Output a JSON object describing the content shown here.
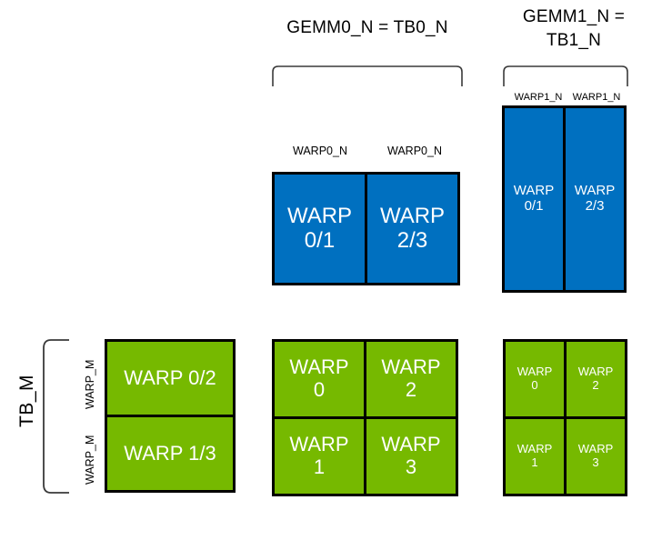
{
  "diagram": {
    "title_gemm0": "GEMM0_N = TB0_N",
    "title_gemm1": "GEMM1_N =\nTB1_N",
    "tb_m_label": "TB_M",
    "labels": {
      "warp0_n": "WARP0_N",
      "warp1_n": "WARP1_N",
      "warp_m": "WARP_M"
    },
    "groups": {
      "gemm0_top": {
        "col_labels": [
          "WARP0_N",
          "WARP0_N"
        ],
        "cells": [
          "WARP\n0/1",
          "WARP\n2/3"
        ],
        "color": "#0070c0"
      },
      "gemm1_top": {
        "col_labels": [
          "WARP1_N",
          "WARP1_N"
        ],
        "cells": [
          "WARP\n0/1",
          "WARP\n2/3"
        ],
        "color": "#0070c0"
      },
      "left_bottom": {
        "row_labels": [
          "WARP_M",
          "WARP_M"
        ],
        "cells": [
          "WARP 0/2",
          "WARP 1/3"
        ],
        "color": "#76b900"
      },
      "middle_bottom": {
        "cells": [
          "WARP\n0",
          "WARP\n2",
          "WARP\n1",
          "WARP\n3"
        ],
        "color": "#76b900"
      },
      "right_bottom": {
        "cells": [
          "WARP\n0",
          "WARP\n2",
          "WARP\n1",
          "WARP\n3"
        ],
        "color": "#76b900"
      }
    },
    "colors": {
      "blue": "#0070c0",
      "green": "#76b900",
      "outline": "#000000",
      "text_on_fill": "#ffffff",
      "background": "#ffffff"
    }
  }
}
